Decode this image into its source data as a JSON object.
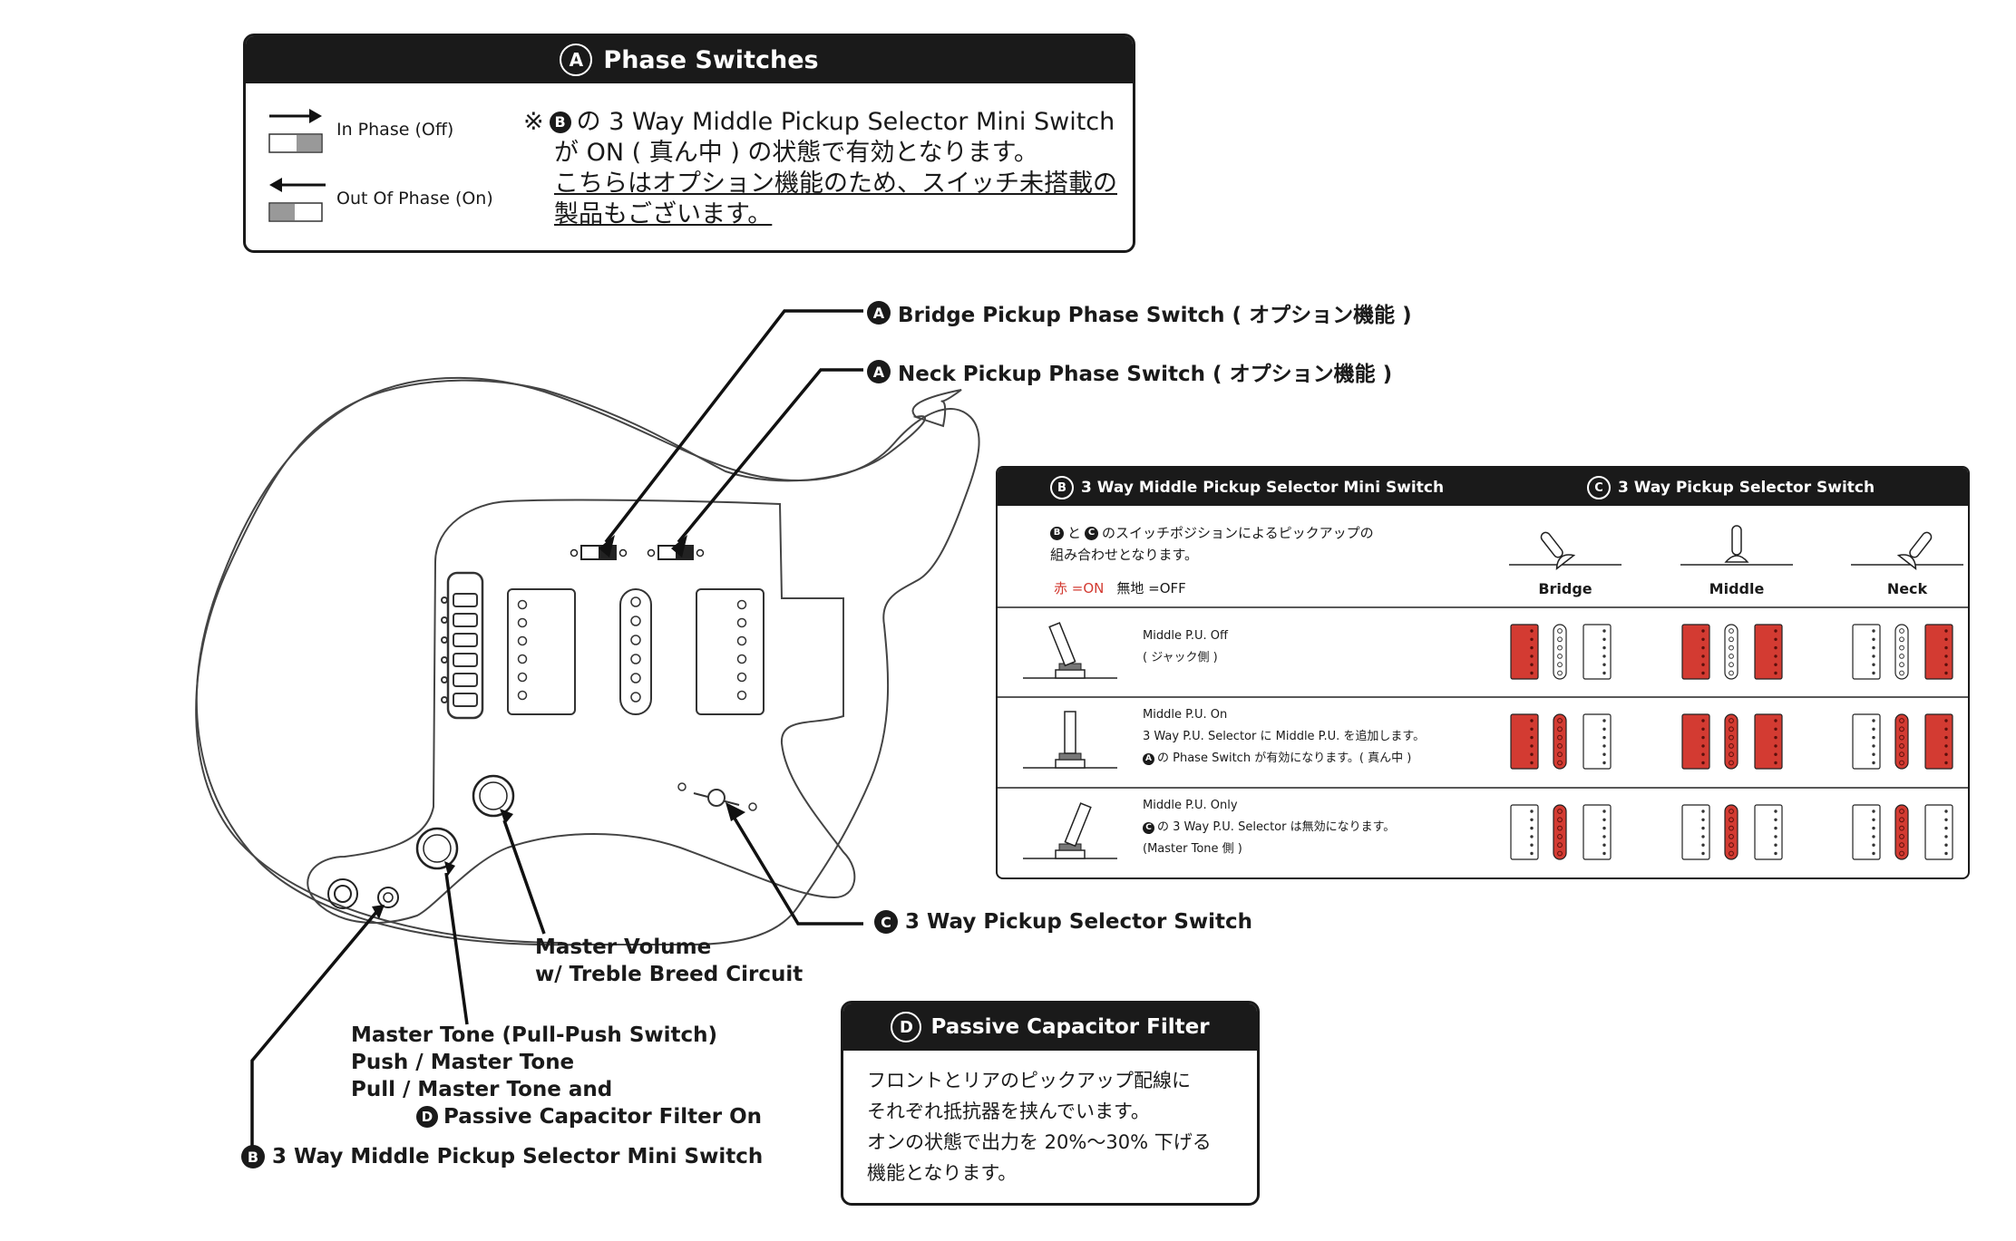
{
  "phase_box": {
    "badge": "A",
    "title": "Phase Switches",
    "in_phase": "In Phase (Off)",
    "out_phase": "Out Of Phase (On)",
    "note_mark": "※",
    "note_badge": "B",
    "note_line1": "の 3 Way Middle Pickup Selector Mini Switch",
    "note_line2": "が ON ( 真ん中 ) の状態で有効となります。",
    "note_line3": "こちらはオプション機能のため、スイッチ未搭載の",
    "note_line4": "製品もございます。"
  },
  "callouts": {
    "bridge_phase": {
      "badge": "A",
      "text": "Bridge Pickup Phase Switch ( オプション機能 )"
    },
    "neck_phase": {
      "badge": "A",
      "text": "Neck Pickup Phase Switch ( オプション機能 )"
    },
    "selector": {
      "badge": "C",
      "text": "3 Way Pickup Selector Switch"
    },
    "volume_line1": "Master Volume",
    "volume_line2": "w/ Treble Breed Circuit",
    "tone_line1": "Master Tone (Pull-Push Switch)",
    "tone_line2": "Push / Master Tone",
    "tone_line3": "Pull / Master Tone and",
    "tone_line4_badge": "D",
    "tone_line4": "Passive Capacitor Filter On",
    "mini_switch": {
      "badge": "B",
      "text": "3 Way Middle Pickup Selector Mini Switch"
    }
  },
  "table": {
    "header_b_badge": "B",
    "header_b": "3 Way Middle Pickup Selector Mini Switch",
    "header_c_badge": "C",
    "header_c": "3 Way Pickup Selector Switch",
    "intro_b": "B",
    "intro_and": "と",
    "intro_c": "C",
    "intro_line1": "のスイッチポジションによるピックアップの",
    "intro_line2": "組み合わせとなります。",
    "legend_red": "赤 =ON",
    "legend_plain": "無地 =OFF",
    "positions": [
      "Bridge",
      "Middle",
      "Neck"
    ],
    "rows": [
      {
        "lines": [
          "Middle P.U. Off",
          "( ジャック側 )"
        ],
        "states": [
          [
            1,
            0,
            0
          ],
          [
            1,
            0,
            1
          ],
          [
            0,
            0,
            1
          ]
        ]
      },
      {
        "lines": [
          "Middle P.U. On",
          "3 Way P.U. Selector に Middle P.U. を追加します。",
          "の Phase Switch が有効になります。( 真ん中 )"
        ],
        "badge_line": 2,
        "badge": "A",
        "states": [
          [
            1,
            1,
            0
          ],
          [
            1,
            1,
            1
          ],
          [
            0,
            1,
            1
          ]
        ]
      },
      {
        "lines": [
          "Middle P.U. Only",
          "の 3 Way P.U. Selector は無効になります。",
          "(Master Tone 側 )"
        ],
        "badge_line": 1,
        "badge": "C",
        "states": [
          [
            0,
            1,
            0
          ],
          [
            0,
            1,
            0
          ],
          [
            0,
            1,
            0
          ]
        ]
      }
    ]
  },
  "filter_box": {
    "badge": "D",
    "title": "Passive Capacitor Filter",
    "line1": "フロントとリアのピックアップ配線に",
    "line2": "それぞれ抵抗器を挟んでいます。",
    "line3": "オンの状態で出力を 20%～30% 下げる",
    "line4": "機能となります。"
  },
  "colors": {
    "on": "#d33b32",
    "ink": "#1a1a1a",
    "line": "#555555"
  }
}
